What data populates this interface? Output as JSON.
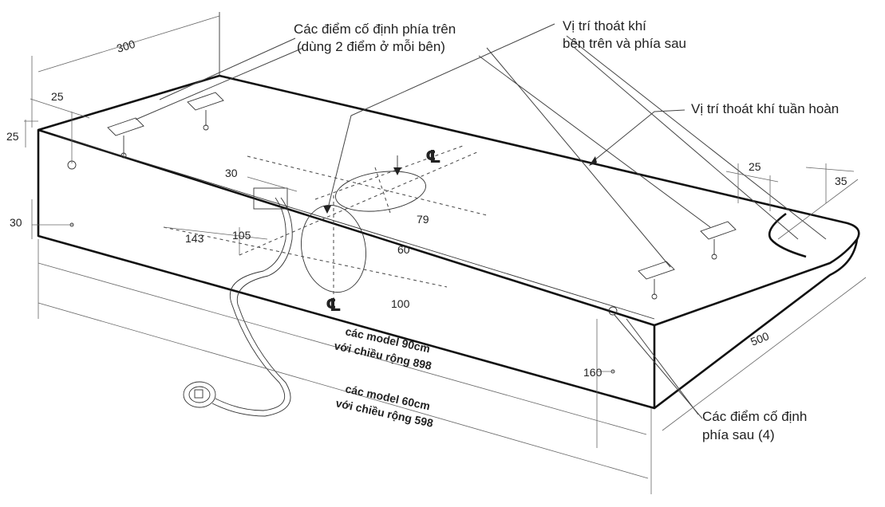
{
  "callouts": {
    "top_fix_line1": "Các điểm cố định phía trên",
    "top_fix_line2": "(dùng 2 điểm ở mỗi bên)",
    "exhaust_line1": "Vị trí thoát khí",
    "exhaust_line2": "bên trên và phía sau",
    "recirc": "Vị trí thoát khí tuần hoàn",
    "rear_fix_line1": "Các điểm cố định",
    "rear_fix_line2": "phía sau (4)"
  },
  "dimensions": {
    "d300": "300",
    "d25_top": "25",
    "d25_left": "25",
    "d30_left": "30",
    "d30_slot": "30",
    "d143": "143",
    "d105": "105",
    "d79": "79",
    "d60": "60",
    "d100": "100",
    "d25_right": "25",
    "d35": "35",
    "d500": "500",
    "d160": "160"
  },
  "model_labels": {
    "m90_line1": "các model 90cm",
    "m90_line2": "với chiều rộng 898",
    "m60_line1": "các model 60cm",
    "m60_line2": "với chiều rộng 598"
  },
  "centerline_symbol": "℄"
}
